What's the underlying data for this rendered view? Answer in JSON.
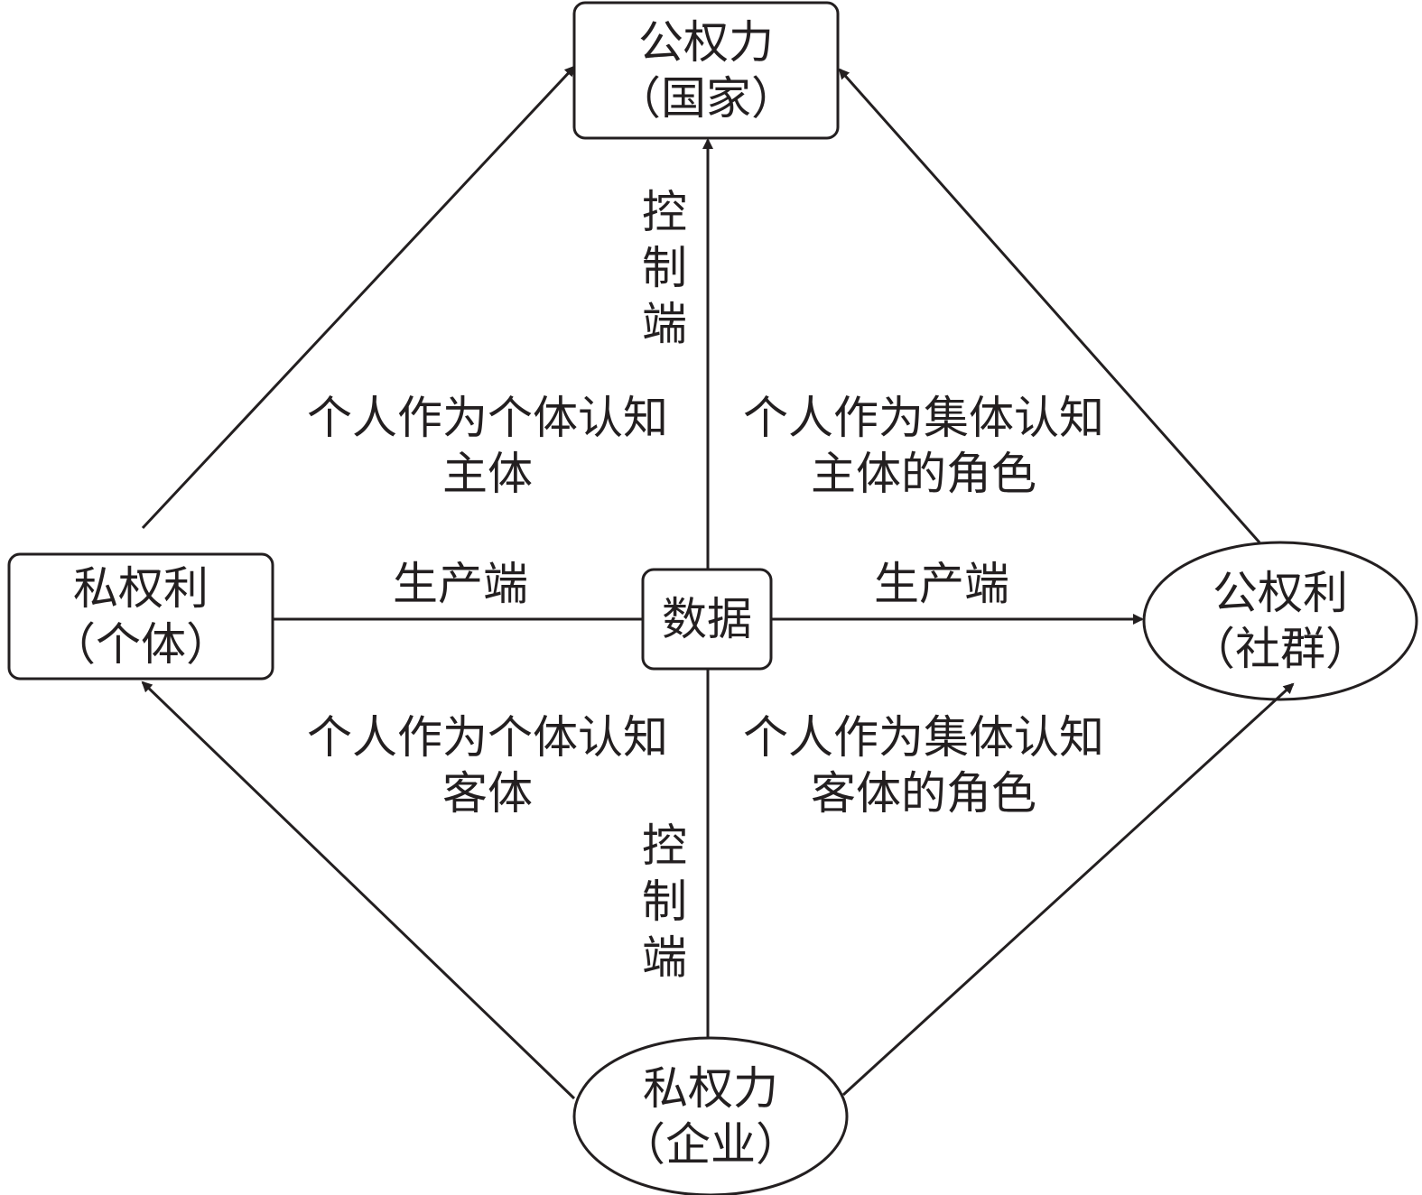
{
  "nodes": {
    "top": {
      "line1": "公权力",
      "line2": "（国家）"
    },
    "left": {
      "line1": "私权利",
      "line2": "（个体）"
    },
    "center": {
      "label": "数据"
    },
    "right": {
      "line1": "公权利",
      "line2": "（社群）"
    },
    "bottom": {
      "line1": "私权力",
      "line2": "（企业）"
    }
  },
  "edges": {
    "control_top": [
      "控",
      "制",
      "端"
    ],
    "control_bottom": [
      "控",
      "制",
      "端"
    ],
    "production_left": "生产端",
    "production_right": "生产端"
  },
  "quadrants": {
    "upper_left": {
      "line1": "个人作为个体认知",
      "line2": "主体"
    },
    "upper_right": {
      "line1": "个人作为集体认知",
      "line2": "主体的角色"
    },
    "lower_left": {
      "line1": "个人作为个体认知",
      "line2": "客体"
    },
    "lower_right": {
      "line1": "个人作为集体认知",
      "line2": "客体的角色"
    }
  }
}
